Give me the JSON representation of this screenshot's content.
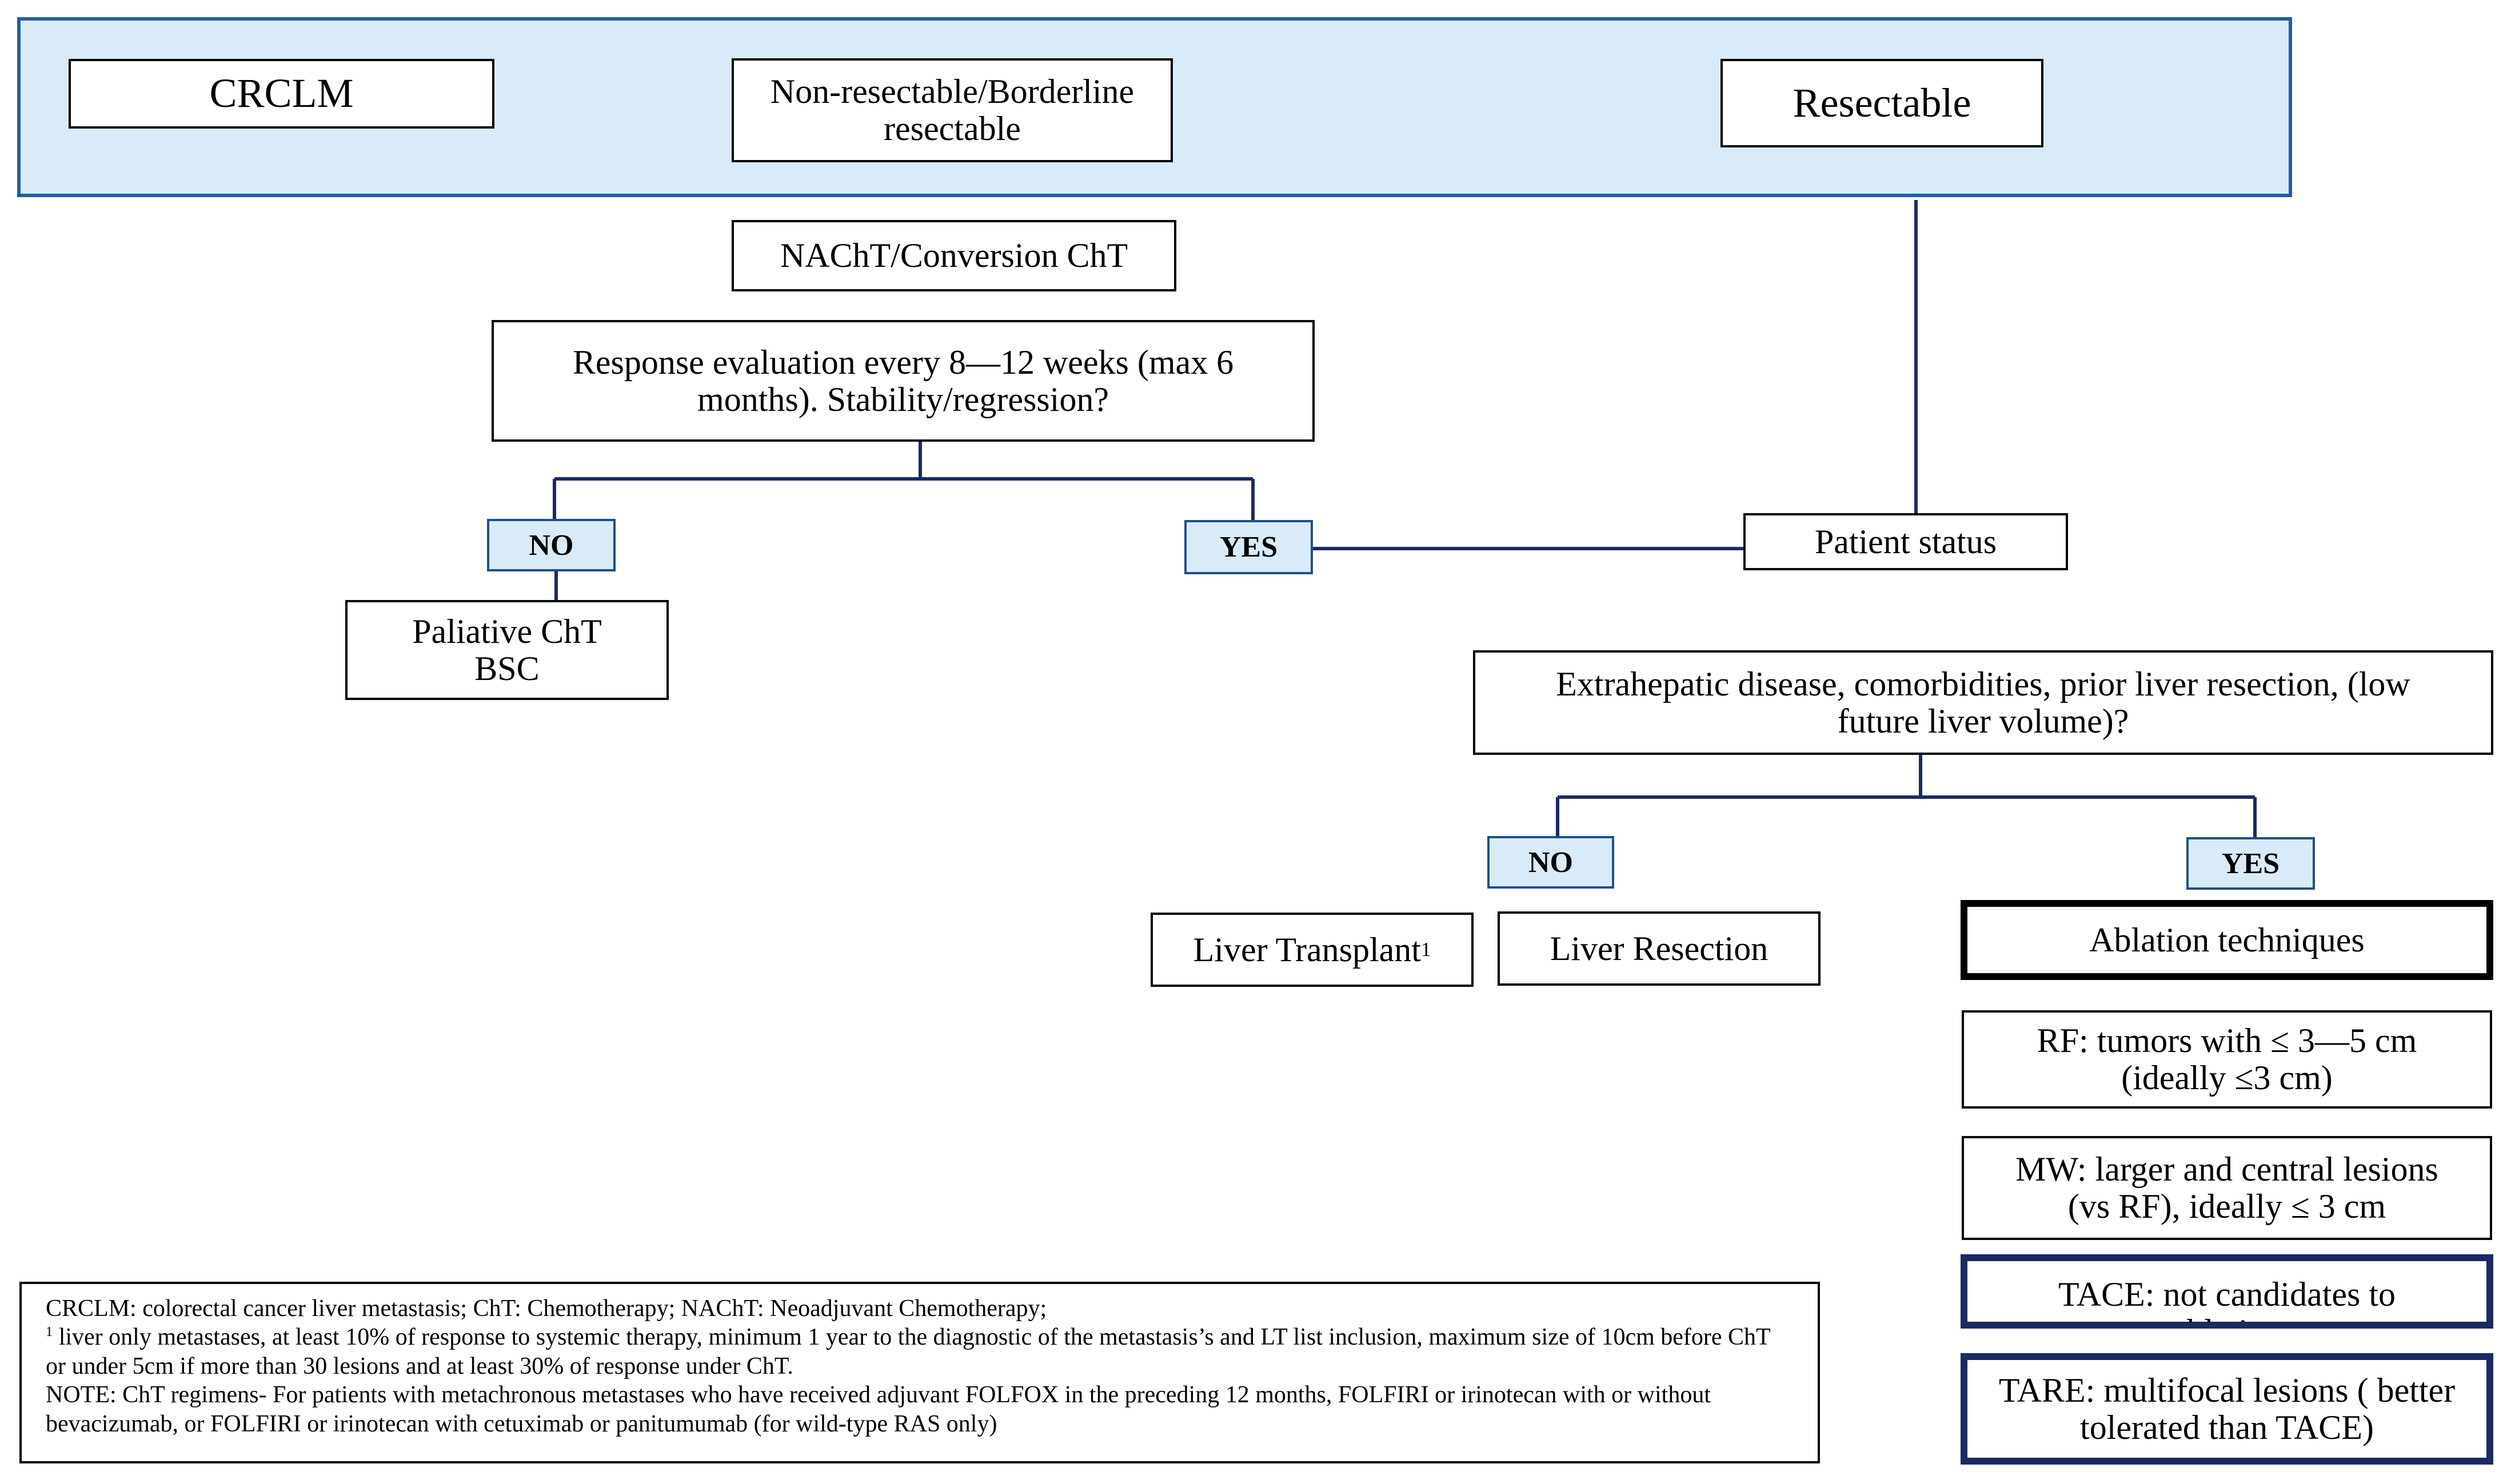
{
  "nodes": {
    "crclm": "CRCLM",
    "non_resectable": "Non-resectable/Borderline resectable",
    "resectable": "Resectable",
    "nacht": "NAChT/Conversion ChT",
    "response_eval": "Response evaluation every 8—12 weeks (max 6 months). Stability/regression?",
    "no_1": "NO",
    "yes_1": "YES",
    "palliative": "Paliative ChT BSC",
    "patient_status": "Patient status",
    "extrahepatic": "Extrahepatic disease, comorbidities, prior liver resection, (low future liver volume)?",
    "no_2": "NO",
    "yes_2": "YES",
    "liver_transplant": "Liver Transplant",
    "liver_transplant_sup": "1",
    "liver_resection": "Liver Resection",
    "ablation": "Ablation techniques",
    "rf": "RF: tumors with ≤ 3—5 cm (ideally ≤3 cm)",
    "mw": "MW: larger and central lesions (vs RF), ideally ≤ 3 cm",
    "tace": "TACE: not candidates to ablation",
    "tare": "TARE: multifocal lesions ( better tolerated than TACE)"
  },
  "footnote": {
    "line1": "CRCLM: colorectal cancer liver metastasis; ChT: Chemotherapy; NAChT: Neoadjuvant Chemotherapy;",
    "line2_sup": "1",
    "line2": " liver only metastases, at least 10% of response to systemic therapy, minimum 1 year to the diagnostic of the metastasis’s and LT list inclusion, maximum size of 10cm before ChT or under 5cm if more than 30 lesions and at least 30% of response under ChT.",
    "line3": "NOTE: ChT regimens- For patients with metachronous metastases who have received adjuvant FOLFOX in the preceding 12 months, FOLFIRI or irinotecan with or without bevacizumab, or FOLFIRI or irinotecan with cetuximab or panitumumab (for wild-type RAS only)"
  },
  "colors": {
    "banner_fill": "#d9ebf8",
    "banner_border": "#1f5ea8",
    "connector": "#1b2a63"
  }
}
